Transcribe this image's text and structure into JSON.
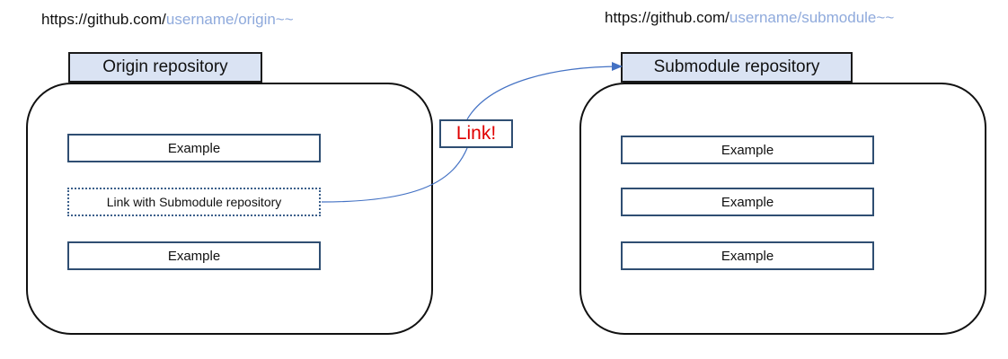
{
  "origin": {
    "url_prefix": "https://github.com/",
    "url_path": "username/origin~~",
    "title": "Origin repository",
    "items": [
      {
        "label": "Example"
      },
      {
        "label": "Link with Submodule repository"
      },
      {
        "label": "Example"
      }
    ]
  },
  "submodule": {
    "url_prefix": "https://github.com/",
    "url_path": "username/submodule~~",
    "title": "Submodule repository",
    "items": [
      {
        "label": "Example"
      },
      {
        "label": "Example"
      },
      {
        "label": "Example"
      }
    ]
  },
  "link": {
    "label": "Link!"
  },
  "colors": {
    "url_path": "#8faadc",
    "tab_fill": "#dae3f3",
    "item_border": "#2f4e72",
    "link_text": "#e00000",
    "connector": "#4472c4"
  }
}
